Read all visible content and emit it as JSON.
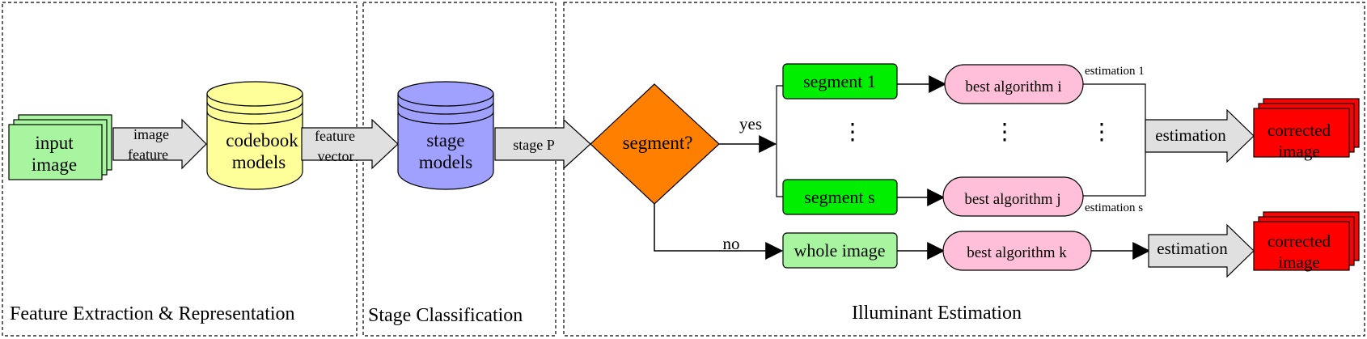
{
  "sections": {
    "feature": "Feature Extraction & Representation",
    "stage": "Stage Classification",
    "illuminant": "Illuminant Estimation"
  },
  "nodes": {
    "input_image": [
      "input",
      "image"
    ],
    "codebook": [
      "codebook",
      "models"
    ],
    "stage_models": [
      "stage",
      "models"
    ],
    "decision": "segment?",
    "segment1": "segment 1",
    "segment_s": "segment s",
    "whole": "whole image",
    "best_i": "best algorithm i",
    "best_j": "best algorithm j",
    "best_k": "best algorithm k",
    "corrected_1": [
      "corrected",
      "image"
    ],
    "corrected_2": [
      "corrected",
      "image"
    ]
  },
  "arrows": {
    "image_feature": [
      "image",
      "feature"
    ],
    "feature_vector": [
      "feature",
      "vector"
    ],
    "stage_p": "stage P",
    "estimation_1": "estimation",
    "estimation_2": "estimation"
  },
  "labels": {
    "yes": "yes",
    "no": "no",
    "estimation1": "estimation 1",
    "estimations": "estimation s",
    "dots": "⋮"
  },
  "colors": {
    "input": "#a8f5a0",
    "codebook": "#ffff99",
    "stage": "#a0a0ff",
    "decision": "#ff8000",
    "segment": "#00ee00",
    "whole": "#a8f5a0",
    "algorithm": "#ffbfd9",
    "corrected": "#ff0000",
    "arrow_fill": "#e0e0e0"
  }
}
